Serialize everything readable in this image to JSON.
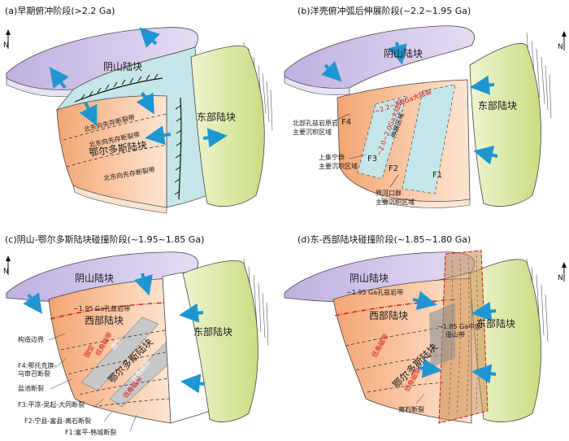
{
  "colors": {
    "yinshan": "#cdbfe6",
    "ordos": "#f5b487",
    "ordos_light": "#fde6d2",
    "east": "#dceaa6",
    "east_edge": "#b9cf6e",
    "zone": "#bfe3e6",
    "arrow": "#1f96d2",
    "red": "#d21414",
    "belt": "#c98a4a"
  },
  "north_label": "N",
  "panels": {
    "a": {
      "title": "(a)早期俯冲阶段(>2.2 Ga)",
      "yinshan": "阴山陆块",
      "east": "东部陆块",
      "ordos": "鄂尔多斯陆块",
      "belt1": "北东向先存断裂带",
      "belt2": "北东向先存断裂带",
      "belt3": "北东向先存断裂带"
    },
    "b": {
      "title": "(b)洋壳俯冲弧后伸展阶段(~2.2~1.95 Ga)",
      "yinshan": "阴山陆块",
      "east": "东部陆块",
      "zone": "伸展区域",
      "ext1": "~2.2~2.0Ga大陆裂",
      "ext2": "~2.0~2.0Ga大陆裂",
      "f4": "F4",
      "f3": "F3",
      "f2": "F2",
      "f1": "F1",
      "ann1_l1": "北部孔兹岩原岩",
      "ann1_l2": "主要沉积区域",
      "ann2_l1": "上集宁群",
      "ann2_l2": "主要沉积区域",
      "ann3_l1": "界河口群",
      "ann3_l2": "主要沉积区域"
    },
    "c": {
      "title": "(c)阴山-鄂尔多斯陆块碰撞阶段(~1.95~1.85 Ga)",
      "yinshan": "阴山陆块",
      "east": "东部陆块",
      "west": "西部陆块",
      "ordos": "鄂尔多斯陆块",
      "khondalite": "~1.95 Ga孔兹岩带",
      "red1": "固空",
      "red2": "低角磁带",
      "red3": "低角磁带",
      "white1": "固空",
      "white2": "低角磁带",
      "ann_boundary": "构造边界",
      "ann_f4a": "F4:鄂托克旗-",
      "ann_f4b": "乌审召断裂",
      "ann_yanchi": "盐池断裂",
      "ann_f3": "F3:平凉-吴起-大同断裂",
      "ann_f2": "F2:宁县-富县-离石断裂",
      "ann_f1": "F1:富平-韩城断裂"
    },
    "d": {
      "title": "(d)东-西部陆块碰撞阶段(~1.85~1.80 Ga)",
      "yinshan": "阴山陆块",
      "east": "东部陆块",
      "west": "西部陆块",
      "ordos": "鄂尔多斯陆块",
      "khondalite": "~1.95 Ga孔兹岩带",
      "orogen_l1": "~1.85 Ga中部",
      "orogen_l2": "造山带",
      "red1": "低角磁带",
      "red2": "低角磁带",
      "ann_lishi": "离石断裂"
    }
  }
}
